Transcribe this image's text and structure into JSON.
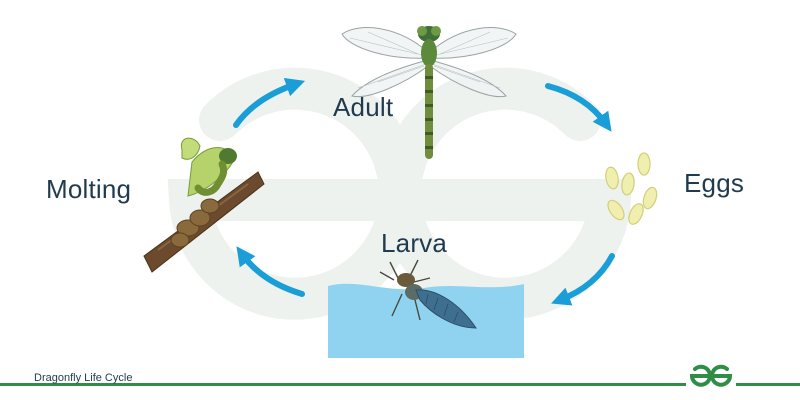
{
  "stages": {
    "adult": "Adult",
    "eggs": "Eggs",
    "larva": "Larva",
    "molting": "Molting"
  },
  "footer": {
    "caption": "Dragonfly Life Cycle"
  },
  "colors": {
    "arrow": "#1a9ed7",
    "label": "#1f3b4d",
    "brand": "#2f8d46",
    "water": "#8fd3f0",
    "watermark": "#eef2ee"
  },
  "icons": {
    "logo": "gfg-logo-icon"
  }
}
